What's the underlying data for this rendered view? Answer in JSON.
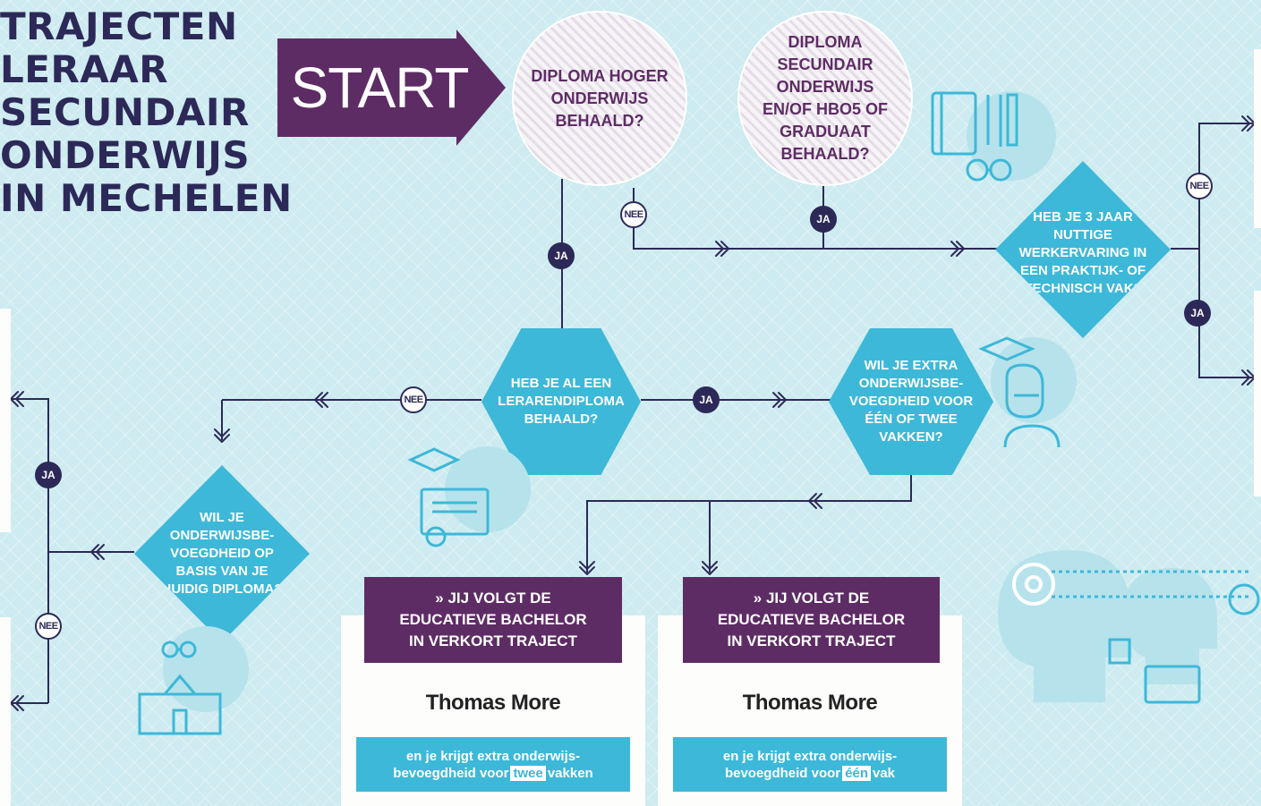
{
  "title": [
    "TRAJECTEN",
    "LERAAR",
    "SECUNDAIR",
    "ONDERWIJS",
    "IN MECHELEN"
  ],
  "start_label": "START",
  "questions": {
    "diploma_hoger": "DIPLOMA HOGER ONDERWIJS BEHAALD?",
    "diploma_secundair": "DIPLOMA SECUNDAIR ONDERWIJS EN/OF HBO5 OF GRADUAAT BEHAALD?",
    "werkervaring": "HEB JE 3 JAAR NUTTIGE WERKERVARING IN EEN PRAKTIJK- OF TECHNISCH VAK?",
    "lerarendiploma": "HEB JE AL EEN LERARENDIPLOMA BEHAALD?",
    "extra_bevoegdheid": "WIL JE EXTRA ONDERWIJSBE-VOEGDHEID VOOR ÉÉN OF TWEE VAKKEN?",
    "huidig_diploma": "WIL JE ONDERWIJSBE-VOEGDHEID OP BASIS VAN JE HUIDIG DIPLOMA?"
  },
  "badges": {
    "ja": "JA",
    "nee": "NEE"
  },
  "cards": [
    {
      "header_lines": [
        "» JIJ VOLGT DE",
        "EDUCATIEVE BACHELOR",
        "IN VERKORT TRAJECT"
      ],
      "school": "Thomas More",
      "note_line1": "en je krijgt extra onderwijs-",
      "note_pre": "bevoegdheid voor",
      "note_highlight": "twee",
      "note_post": "vakken"
    },
    {
      "header_lines": [
        "» JIJ VOLGT DE",
        "EDUCATIEVE BACHELOR",
        "IN VERKORT TRAJECT"
      ],
      "school": "Thomas More",
      "note_line1": "en je krijgt extra onderwijs-",
      "note_pre": "bevoegdheid voor",
      "note_highlight": "één",
      "note_post": "vak"
    }
  ],
  "colors": {
    "navy": "#2c2958",
    "purple": "#5e2c65",
    "cyan": "#3db8d8",
    "background": "#cdebf0"
  },
  "icons": [
    "notebook-pens-glasses-icon",
    "graduate-student-icon",
    "diploma-certificate-icon",
    "school-building-icon",
    "gears-heads-icon"
  ]
}
